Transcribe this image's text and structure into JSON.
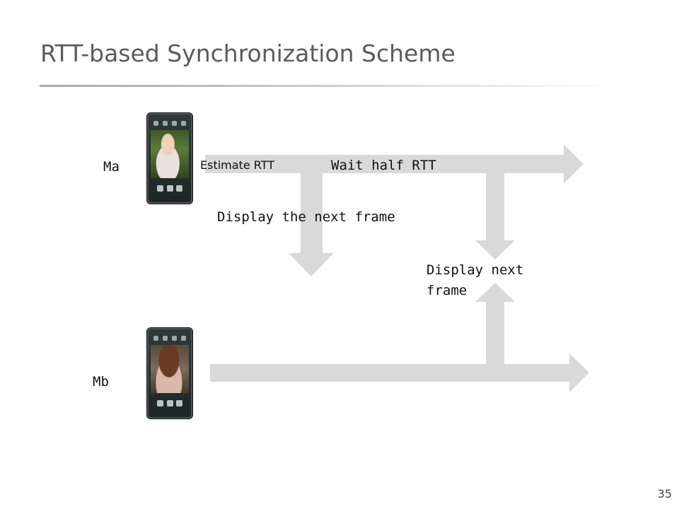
{
  "slide": {
    "title": "RTT-based Synchronization Scheme",
    "page_number": "35"
  },
  "diagram": {
    "device_a_label": "Ma",
    "device_b_label": "Mb",
    "step_estimate": "Estimate RTT",
    "step_wait": "Wait half RTT",
    "step_display_a": "Display the next frame",
    "step_display_b": "Display next frame"
  },
  "colors": {
    "arrow_fill": "#d9d9d9",
    "title_text": "#5b5b5b"
  }
}
